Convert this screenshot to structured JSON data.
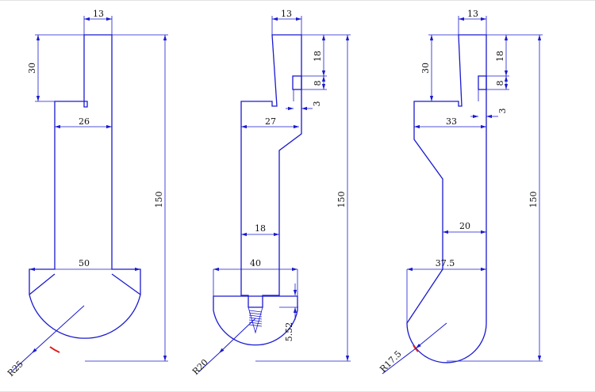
{
  "colors": {
    "line": "#1a1ad0",
    "accent": "#e01818",
    "text": "#111111",
    "background": "#ffffff"
  },
  "profiles": [
    {
      "id": "left",
      "dims": {
        "top_width": "13",
        "notch_depth": "30",
        "shank_width": "26",
        "total_height": "150",
        "tip_width": "50",
        "tip_radius": "R25"
      }
    },
    {
      "id": "middle",
      "dims": {
        "top_width": "13",
        "tang_height": "18",
        "tang_slot": "8",
        "step": "3",
        "shoulder_width": "27",
        "neck_width": "18",
        "base_width": "40",
        "total_height": "150",
        "thread_depth": "5.52",
        "tip_radius": "R20"
      }
    },
    {
      "id": "right",
      "dims": {
        "top_width": "13",
        "notch_depth": "30",
        "tang_height": "18",
        "tang_slot": "8",
        "step": "3",
        "shoulder_width": "33",
        "neck_width": "20",
        "tip_width": "37.5",
        "total_height": "150",
        "tip_radius": "R17.5"
      }
    }
  ]
}
